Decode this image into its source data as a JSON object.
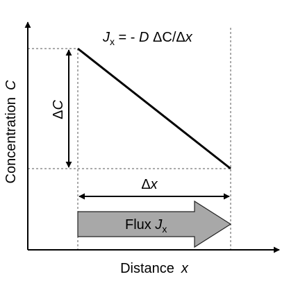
{
  "equation": {
    "lhs_var": "J",
    "lhs_sub": "x",
    "rhs": " = - ",
    "coef": "D",
    "delta_c": " ΔC",
    "slash": "/Δ",
    "x": "x"
  },
  "axes": {
    "y_label": "Concentration",
    "y_var": "C",
    "x_label": "Distance",
    "x_var": "x"
  },
  "delta_c_label": {
    "delta": "Δ",
    "var": "C"
  },
  "delta_x_label": {
    "delta": "Δ",
    "var": "x"
  },
  "flux_arrow": {
    "label": "Flux ",
    "var": "J",
    "sub": "x",
    "fill": "#a8a8a8"
  }
}
